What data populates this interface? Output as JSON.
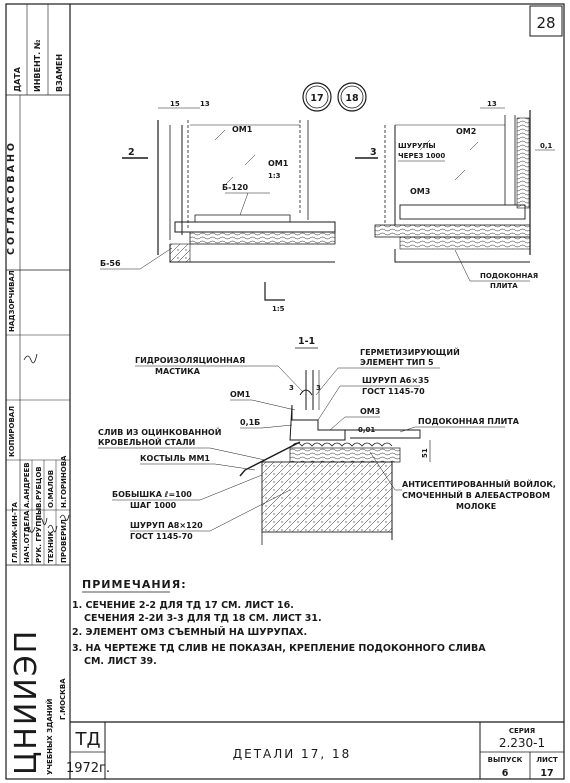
{
  "sheet": {
    "number": "28"
  },
  "side_stamp": {
    "columns": [
      "ДАТА",
      "ИНВЕНТ. №",
      "ВЗАМЕН"
    ],
    "soglasovano": "СОГЛАСОВАНО",
    "roles": [
      "ГЛ.ИНЖ-ИН-ТА",
      "НАЧ.ОТДЕЛА",
      "РУК. ГРУППЫ",
      "ТЕХНИК",
      "ПРОВЕРИЛ"
    ],
    "names": [
      "А.АНДРЕЕВ",
      "В.РУБЦОВ",
      "О.МАЛОВ",
      "Н.ГОРИНОВА"
    ],
    "col_labels": [
      "КОПИРОВАЛ",
      "НАДЗОРЧИВАЛ"
    ],
    "org": "ЦНИИЭП",
    "org_sub": "УЧЕБНЫХ ЗДАНИЙ",
    "city": "Г.МОСКВА"
  },
  "circles": [
    "17",
    "18"
  ],
  "top_left": {
    "dims": [
      "15",
      "13"
    ],
    "labels": [
      "ОМ1",
      "ОМ1",
      "1:3",
      "Б-120",
      "Б-56"
    ],
    "section": "2",
    "scale": "1:5"
  },
  "top_right": {
    "dims": [
      "13"
    ],
    "labels": [
      "ОМ2",
      "ШУРУПЫ",
      "ЧЕРЕЗ 1000",
      "ОМ3",
      "0,1",
      "ПОДОКОННАЯ",
      "ПЛИТА"
    ],
    "section": "3"
  },
  "section11": {
    "title": "1-1",
    "left_labels": [
      "ГИДРОИЗОЛЯЦИОННАЯ",
      "МАСТИКА",
      "ОМ1",
      "0,1Б",
      "СЛИВ ИЗ ОЦИНКОВАННОЙ",
      "КРОВЕЛЬНОЙ СТАЛИ",
      "КОСТЫЛЬ ММ1",
      "БОБЫШКА ℓ=100",
      "ШАГ 1000",
      "ШУРУП А8×120",
      "ГОСТ 1145-70"
    ],
    "right_labels": [
      "ГЕРМЕТИЗИРУЮЩИЙ",
      "ЭЛЕМЕНТ ТИП 5",
      "ШУРУП А6×35",
      "ГОСТ 1145-70",
      "ОМ3",
      "0,01",
      "ПОДОКОННАЯ ПЛИТА",
      "АНТИСЕПТИРОВАННЫЙ ВОЙЛОК,",
      "СМОЧЕННЫЙ В АЛЕБАСТРОВОМ",
      "МОЛОКЕ"
    ],
    "dims": [
      "3",
      "3",
      "51"
    ]
  },
  "notes": {
    "title": "ПРИМЕЧАНИЯ:",
    "lines": [
      "1. СЕЧЕНИЕ 2-2 ДЛЯ ТД 17 СМ. ЛИСТ 16.",
      "СЕЧЕНИЯ 2-2И 3-3 ДЛЯ ТД 18 СМ. ЛИСТ 31.",
      "2. ЭЛЕМЕНТ ОМ3 СЪЕМНЫЙ НА ШУРУПАХ.",
      "3. НА ЧЕРТЕЖЕ ТД СЛИВ НЕ ПОКАЗАН, КРЕПЛЕНИЕ ПОДОКОННОГО СЛИВА",
      "СМ. ЛИСТ 39."
    ]
  },
  "title_block": {
    "code": "ТД",
    "year": "1972г.",
    "title": "ДЕТАЛИ 17, 18",
    "series_label": "СЕРИЯ",
    "series": "2.230-1",
    "issue_label": "ВЫПУСК",
    "issue": "6",
    "sheet_label": "ЛИСТ",
    "sheet": "17"
  }
}
